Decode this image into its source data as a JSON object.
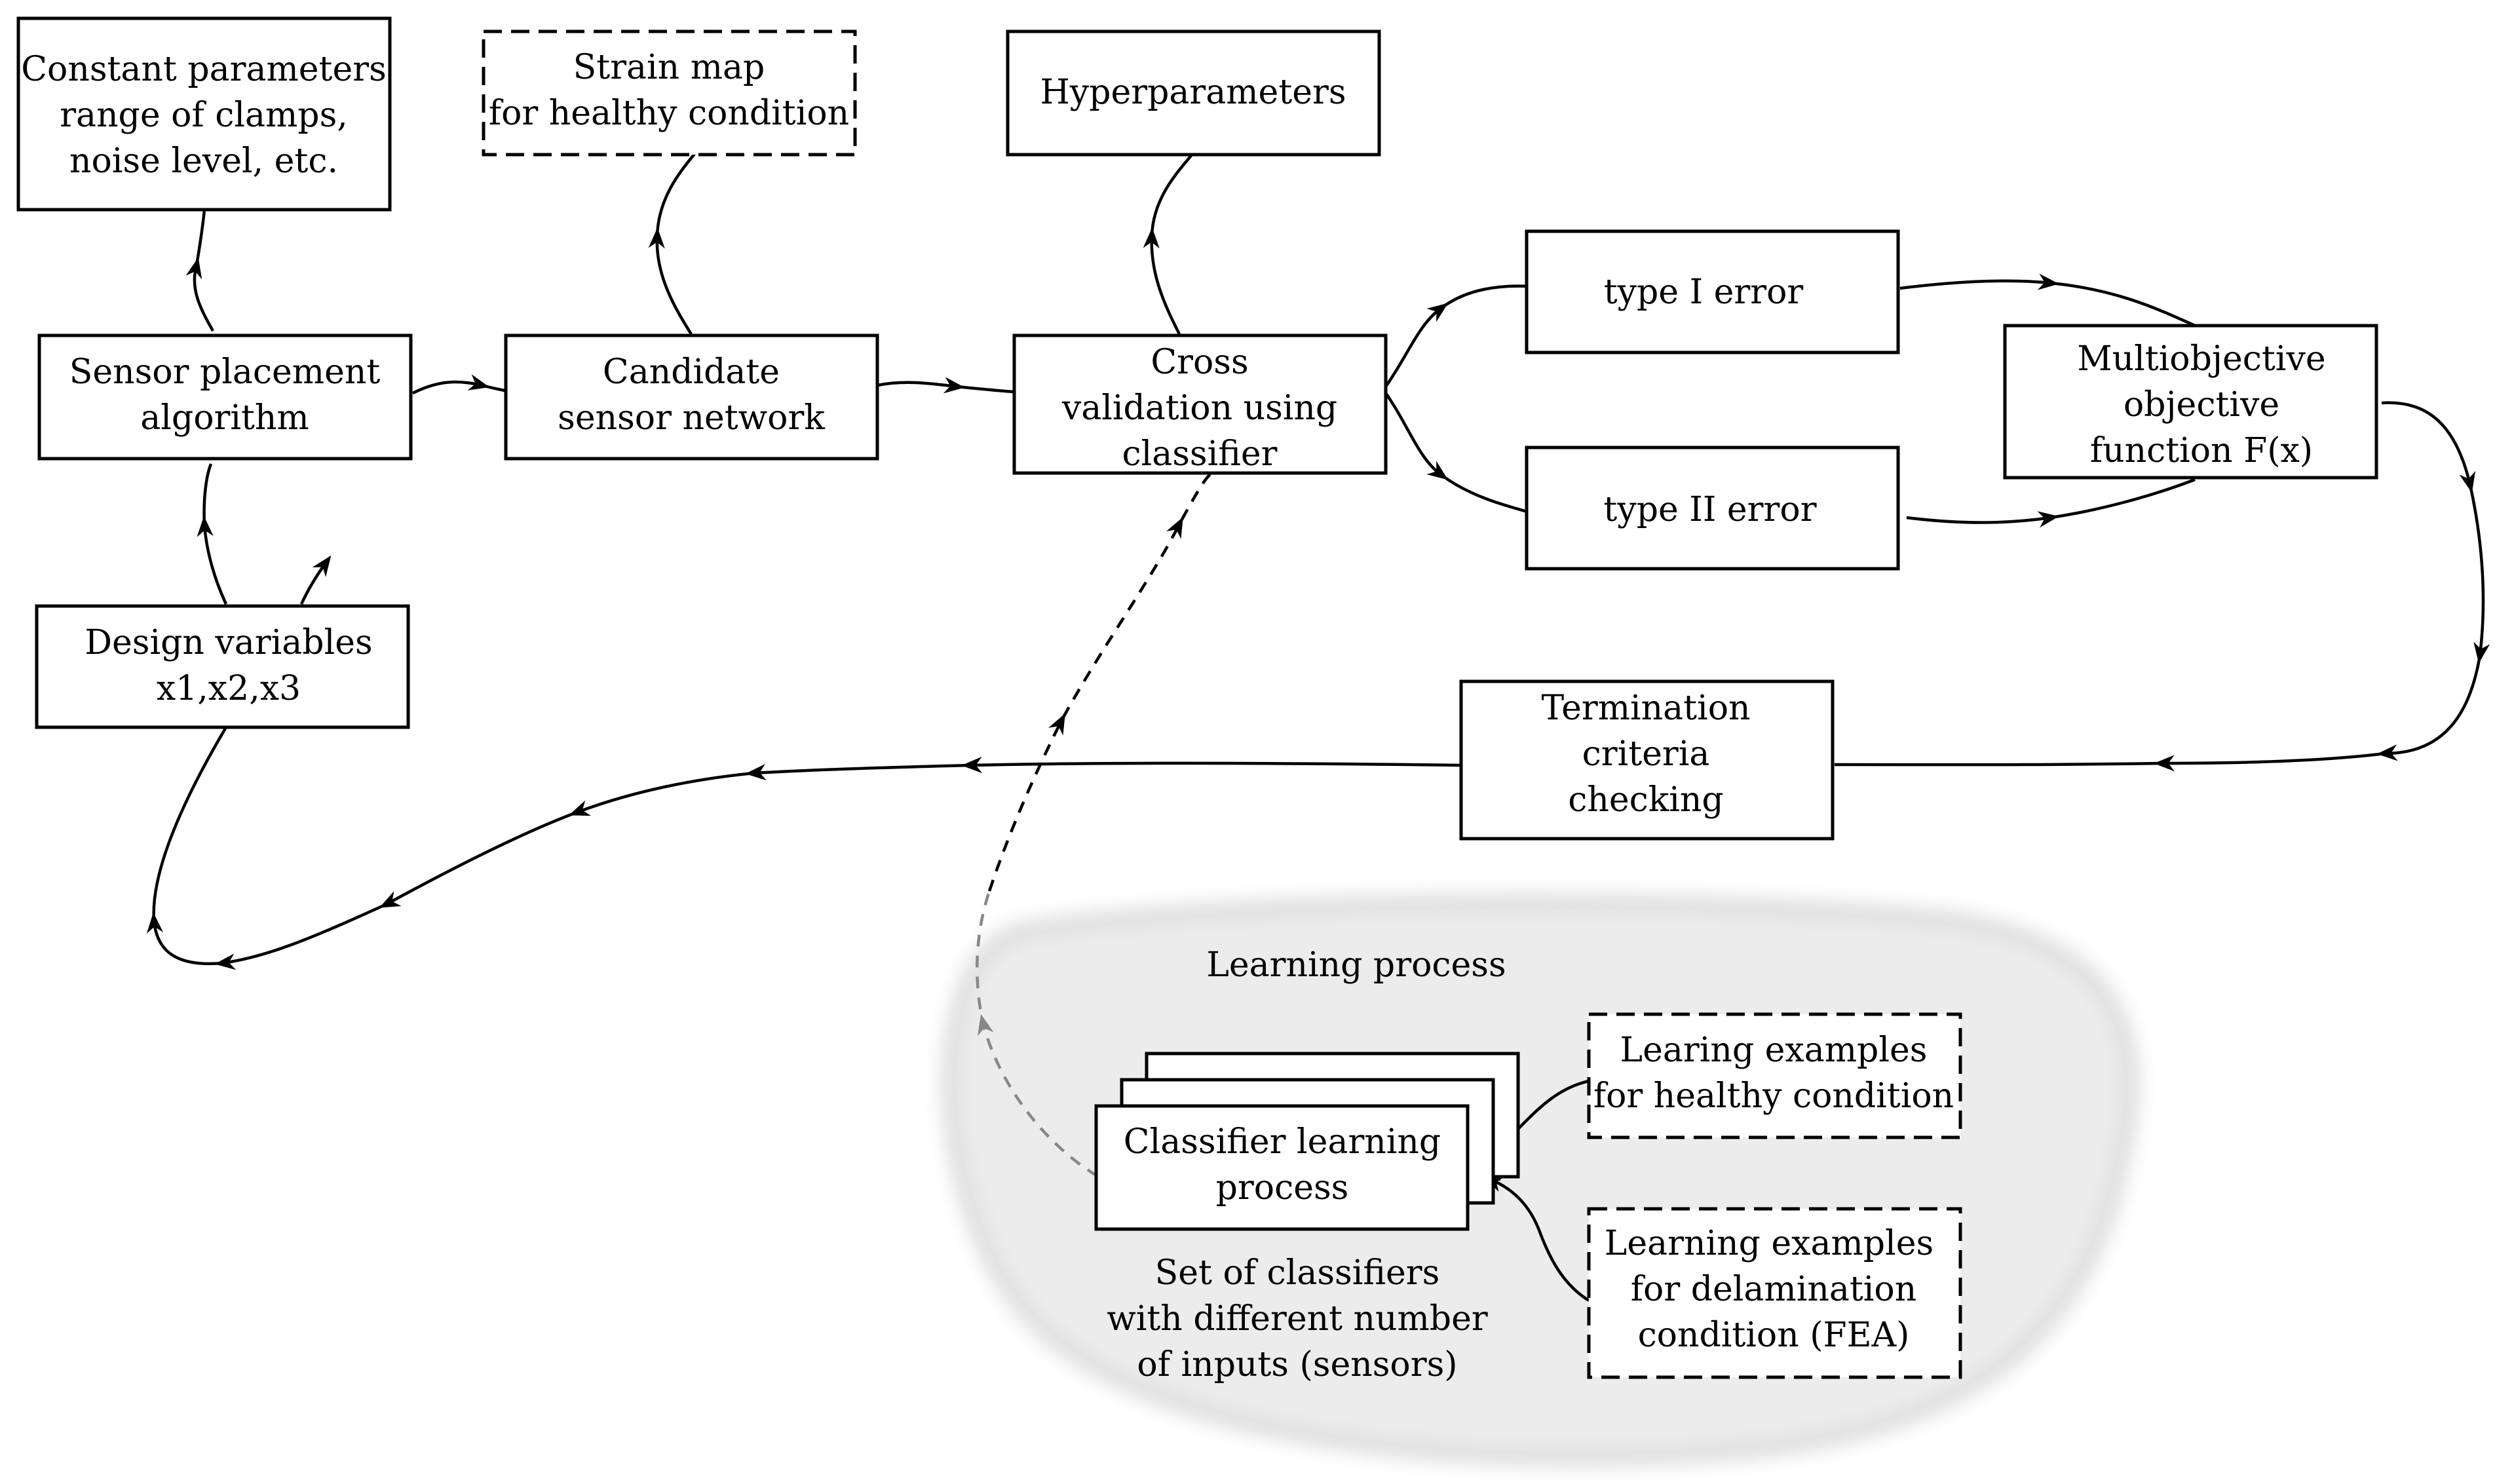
{
  "nodes": {
    "constant_params": {
      "lines": [
        "Constant parameters",
        "range of clamps,",
        "noise level, etc."
      ]
    },
    "strain_map": {
      "lines": [
        "Strain map",
        "for healthy condition"
      ]
    },
    "hyperparameters": {
      "lines": [
        "Hyperparameters"
      ]
    },
    "sensor_placement": {
      "lines": [
        "Sensor placement",
        "algorithm"
      ]
    },
    "candidate_network": {
      "lines": [
        "Candidate",
        "sensor network"
      ]
    },
    "cross_validation": {
      "lines": [
        "Cross",
        "validation using",
        "classifier"
      ]
    },
    "type1": {
      "lines": [
        "type I error"
      ]
    },
    "type2": {
      "lines": [
        "type II error"
      ]
    },
    "multiobjective": {
      "lines": [
        "Multiobjective",
        "objective",
        "function F(x)"
      ]
    },
    "design_vars": {
      "lines": [
        "Design variables",
        "x1,x2,x3"
      ]
    },
    "termination": {
      "lines": [
        "Termination",
        "criteria",
        "checking"
      ]
    },
    "learning_process": {
      "title": "Learning process"
    },
    "classifier_learning": {
      "lines": [
        "Classifier learning",
        "process"
      ]
    },
    "classifiers_caption": {
      "lines": [
        "Set of classifiers",
        "with different number",
        "of inputs (sensors)"
      ]
    },
    "healthy_examples": {
      "lines": [
        "Learing examples",
        "for healthy condition"
      ]
    },
    "delamination_examples": {
      "lines": [
        "Learning examples",
        "for delamination",
        "condition (FEA)"
      ]
    }
  },
  "colors": {
    "stroke": "#000000",
    "learning_region": "#eeeeee",
    "dashed_gray": "#888888"
  }
}
